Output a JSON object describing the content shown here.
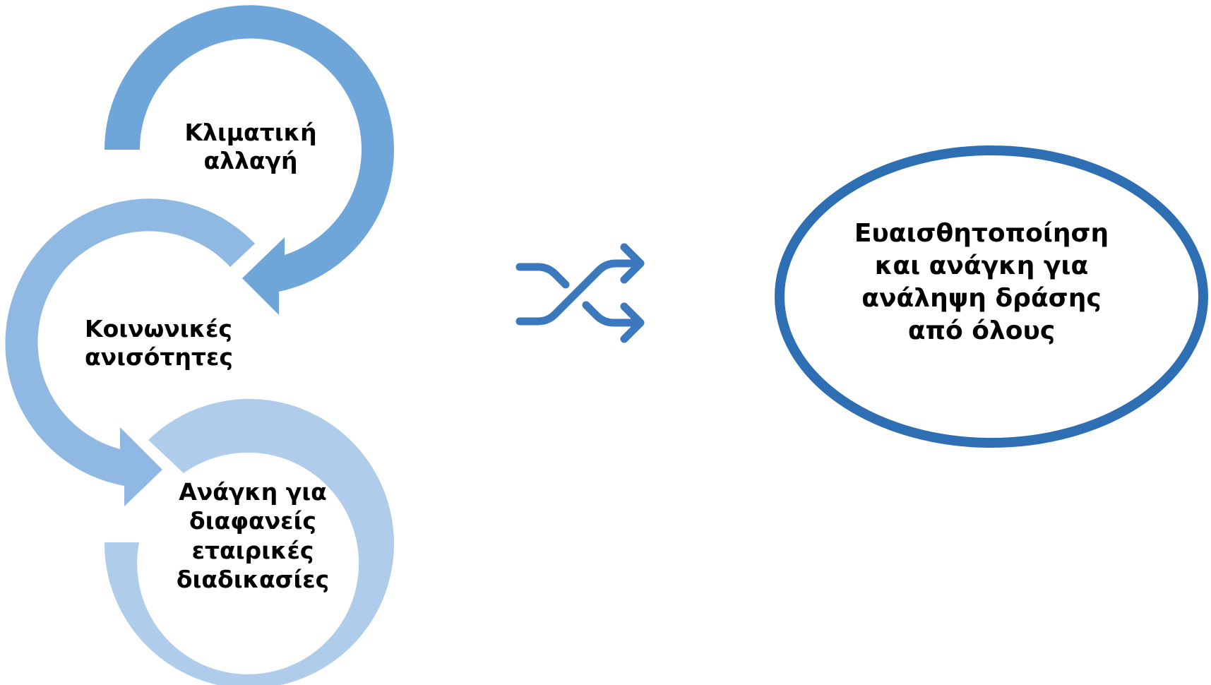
{
  "diagram": {
    "cycle_items": [
      {
        "text": "Κλιματική\nαλλαγή",
        "color": "#6fa6d9"
      },
      {
        "text": "Κοινωνικές\nανισότητες",
        "color": "#8fb9e3"
      },
      {
        "text": "Ανάγκη για\nδιαφανείς\nεταιρικές\nδιαδικασίες",
        "color": "#afcdea"
      }
    ],
    "connector_icon": "shuffle-arrows-icon",
    "connector_color": "#3b78bd",
    "outcome": {
      "text": "Ευαισθητοποίηση\nκαι ανάγκη για\nανάληψη δράσης\nαπό όλους",
      "border_color": "#2e6fb3"
    }
  }
}
